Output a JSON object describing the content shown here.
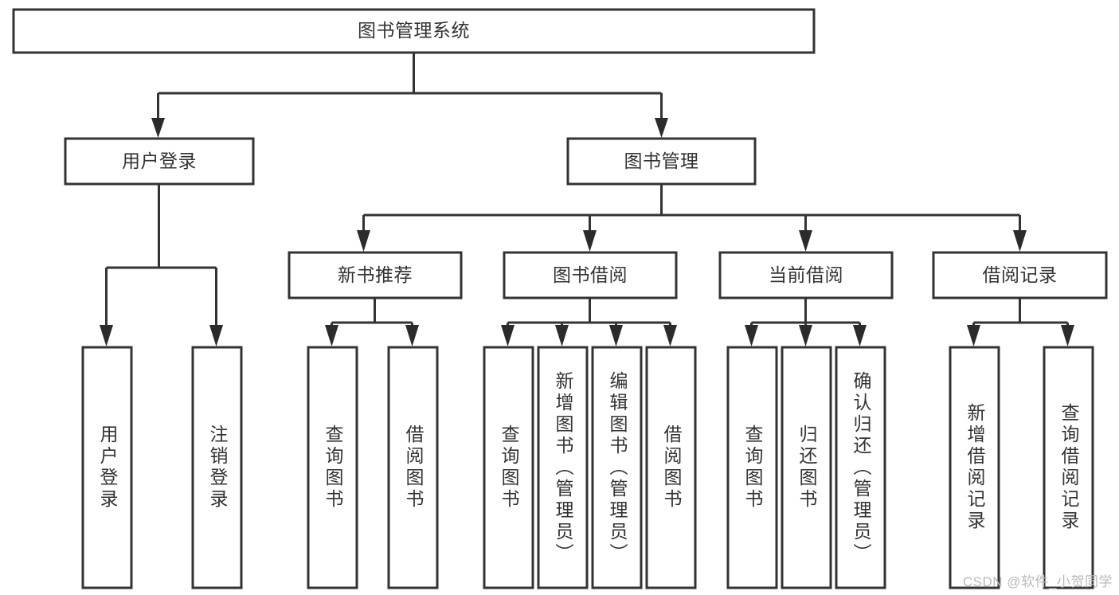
{
  "diagram": {
    "type": "tree",
    "title": "图书管理系统",
    "watermark": "CSDN @软件_小贺同学",
    "colors": {
      "box_stroke": "#333333",
      "box_fill": "#ffffff",
      "text": "#333333",
      "arrow": "#2b2b2b",
      "watermark": "#b9b9b9",
      "background": "#ffffff"
    },
    "nodes": {
      "root": {
        "label": "图书管理系统",
        "level": 0
      },
      "l1": [
        {
          "id": "user-login",
          "label": "用户登录"
        },
        {
          "id": "book-manage",
          "label": "图书管理"
        }
      ],
      "l2": [
        {
          "id": "new-book-rec",
          "label": "新书推荐"
        },
        {
          "id": "book-borrow",
          "label": "图书借阅"
        },
        {
          "id": "current-borrow",
          "label": "当前借阅"
        },
        {
          "id": "borrow-record",
          "label": "借阅记录"
        }
      ],
      "leaves": [
        {
          "id": "leaf-user-login",
          "label": "用户登录",
          "parent": "user-login"
        },
        {
          "id": "leaf-logout-login",
          "label": "注销登录",
          "parent": "user-login"
        },
        {
          "id": "leaf-query-book-1",
          "label": "查询图书",
          "parent": "new-book-rec"
        },
        {
          "id": "leaf-borrow-book-1",
          "label": "借阅图书",
          "parent": "new-book-rec"
        },
        {
          "id": "leaf-query-book-2",
          "label": "查询图书",
          "parent": "book-borrow"
        },
        {
          "id": "leaf-add-book",
          "label": "新增图书（管理员）",
          "parent": "book-borrow"
        },
        {
          "id": "leaf-edit-book",
          "label": "编辑图书（管理员）",
          "parent": "book-borrow"
        },
        {
          "id": "leaf-borrow-book-2",
          "label": "借阅图书",
          "parent": "book-borrow"
        },
        {
          "id": "leaf-query-book-3",
          "label": "查询图书",
          "parent": "current-borrow"
        },
        {
          "id": "leaf-return-book",
          "label": "归还图书",
          "parent": "current-borrow"
        },
        {
          "id": "leaf-confirm-return",
          "label": "确认归还（管理员）",
          "parent": "current-borrow"
        },
        {
          "id": "leaf-add-record",
          "label": "新增借阅记录",
          "parent": "borrow-record"
        },
        {
          "id": "leaf-query-record",
          "label": "查询借阅记录",
          "parent": "borrow-record"
        }
      ]
    }
  }
}
